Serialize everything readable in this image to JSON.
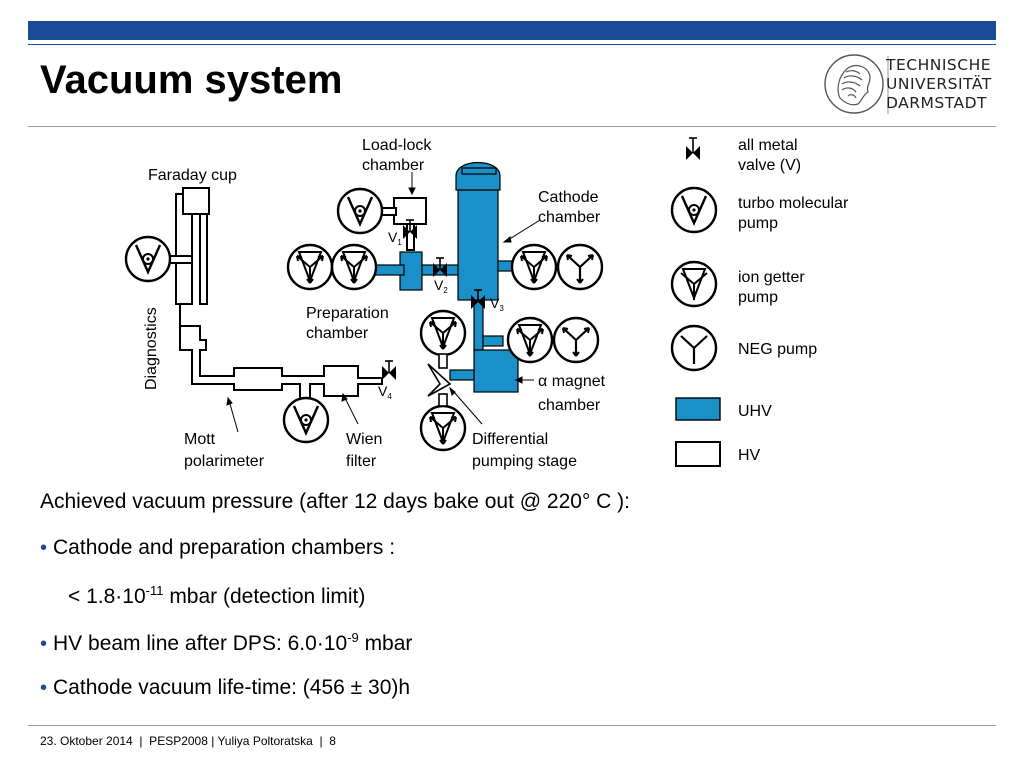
{
  "header": {
    "title": "Vacuum system",
    "logo_lines": [
      "TECHNISCHE",
      "UNIVERSITÄT",
      "DARMSTADT"
    ]
  },
  "colors": {
    "accent": "#1b4a96",
    "uhv": "#1a8fc8"
  },
  "diagram": {
    "labels": {
      "faraday_cup": "Faraday cup",
      "load_lock": [
        "Load-lock",
        "chamber"
      ],
      "cathode": [
        "Cathode",
        "chamber"
      ],
      "diagnostics": "Diagnostics",
      "preparation": [
        "Preparation",
        "chamber"
      ],
      "magnet": [
        "α magnet",
        "chamber"
      ],
      "mott": [
        "Mott",
        "polarimeter"
      ],
      "wien": [
        "Wien",
        "filter"
      ],
      "dps": [
        "Differential",
        "pumping stage"
      ],
      "valves": [
        {
          "letter": "V",
          "sub": "1"
        },
        {
          "letter": "V",
          "sub": "2"
        },
        {
          "letter": "V",
          "sub": "3"
        },
        {
          "letter": "V",
          "sub": "4"
        }
      ]
    }
  },
  "legend": {
    "items": [
      {
        "icon": "valve-icon",
        "lines": [
          "all metal",
          "valve (V)"
        ]
      },
      {
        "icon": "turbo-pump-icon",
        "lines": [
          "turbo molecular",
          "pump"
        ]
      },
      {
        "icon": "ion-getter-pump-icon",
        "lines": [
          "ion getter",
          "pump"
        ]
      },
      {
        "icon": "neg-pump-icon",
        "lines": [
          "NEG pump"
        ]
      },
      {
        "icon": "uhv-swatch-icon",
        "lines": [
          "UHV"
        ]
      },
      {
        "icon": "hv-swatch-icon",
        "lines": [
          "HV"
        ]
      }
    ]
  },
  "content": {
    "intro": "Achieved vacuum pressure (after 12 days bake out @ 220° C ):",
    "bullet1": "Cathode and preparation chambers :",
    "sub_pre": "< 1.8·10",
    "sub_exp": "-11",
    "sub_post": " mbar (detection limit)",
    "bullet2_pre": "HV beam line after DPS: 6.0·10",
    "bullet2_exp": "-9",
    "bullet2_post": " mbar",
    "bullet3": "Cathode vacuum life-time: (456 ± 30)h"
  },
  "footer": {
    "text": "23. Oktober 2014  |  PESP2008 | Yuliya Poltoratska  |  8"
  }
}
